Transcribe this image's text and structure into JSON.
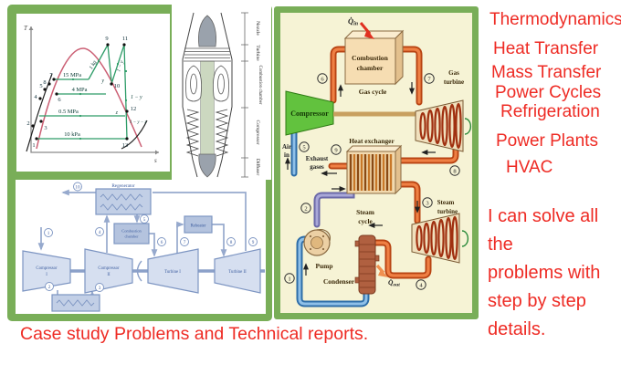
{
  "colors": {
    "accent_red": "#ee2b24",
    "frame_green": "#79ae58",
    "panel_cream": "#f6f3d5"
  },
  "right_panel": {
    "topics": [
      "Thermodynamics",
      "Heat Transfer",
      "Mass Transfer",
      "Power Cycles",
      "Refrigeration",
      "Power Plants",
      "HVAC"
    ],
    "pitch_lines": [
      "I can solve all the",
      "problems with",
      "step by step",
      "details."
    ]
  },
  "bottom_caption": "Case study Problems and Technical reports.",
  "ts_diagram": {
    "axis_y": "T",
    "axis_x": "s",
    "pressures": {
      "p15": "15 MPa",
      "p4": "4 MPa",
      "p05": "0.5 MPa",
      "p10": "10 kPa"
    },
    "points": [
      "1",
      "2",
      "3",
      "4",
      "5",
      "6",
      "7",
      "8",
      "9",
      "10",
      "11",
      "12",
      "13"
    ],
    "fractions": {
      "one_kg": "1 kg",
      "one_minus_y_diag": "1 − y",
      "y": "y",
      "z": "z",
      "one_minus_y": "1 − y",
      "one_minus_y_z": "1 − y − z"
    }
  },
  "jet_engine": {
    "sections": [
      "Nozzle",
      "Turbine",
      "Combustion chamber",
      "Compressor",
      "Diffuser"
    ]
  },
  "gas_schematic": {
    "regenerator": "Regenerator",
    "combustion_l1": "Combustion",
    "combustion_l2": "chamber",
    "reheater": "Reheater",
    "compressor1_l1": "Compressor",
    "compressor1_l2": "I",
    "compressor2_l1": "Compressor",
    "compressor2_l2": "II",
    "turbine1": "Turbine I",
    "turbine2": "Turbine II",
    "points": [
      "1",
      "2",
      "3",
      "4",
      "5",
      "6",
      "7",
      "8",
      "9",
      "10"
    ]
  },
  "combined_cycle": {
    "q_in_sym": "Q̇",
    "q_in_sub": "in",
    "q_out_sym": "Q̇",
    "q_out_sub": "out",
    "combustion_l1": "Combustion",
    "combustion_l2": "chamber",
    "gas_cycle": "Gas cycle",
    "gas_turbine_l1": "Gas",
    "gas_turbine_l2": "turbine",
    "compressor": "Compressor",
    "air_l1": "Air",
    "air_l2": "in",
    "exhaust_l1": "Exhaust",
    "exhaust_l2": "gases",
    "heat_exchanger": "Heat exchanger",
    "steam_cycle_l1": "Steam",
    "steam_cycle_l2": "cycle",
    "steam_turbine_l1": "Steam",
    "steam_turbine_l2": "turbine",
    "pump": "Pump",
    "condenser": "Condenser",
    "points": [
      "1",
      "2",
      "3",
      "4",
      "5",
      "6",
      "7",
      "8",
      "9"
    ]
  }
}
